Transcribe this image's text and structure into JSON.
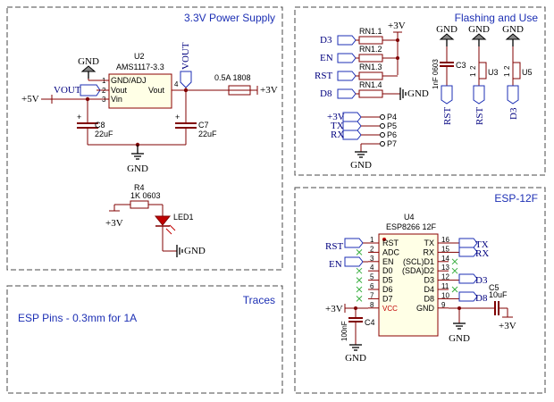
{
  "sections": {
    "power": "3.3V Power Supply",
    "flash": "Flashing and Use",
    "esp": "ESP-12F",
    "traces": "Traces"
  },
  "traces_note": "ESP Pins - 0.3mm for 1A",
  "power": {
    "u2_ref": "U2",
    "u2_value": "AMS1117-3.3",
    "u2_pins": [
      "GND/ADJ",
      "Vout",
      "Vin",
      "Vout"
    ],
    "u2_pin_numbers": [
      "1",
      "2",
      "3",
      "4"
    ],
    "vout_label": "VOUT",
    "vout_label_vertical": "VOUT",
    "plus5v": "+5V",
    "plus3v": "+3V",
    "gnd": "GND",
    "fuse_value": "0.5A 1808",
    "c8_ref": "C8",
    "c8_value": "22uF",
    "c7_ref": "C7",
    "c7_value": "22uF",
    "r4_ref": "R4",
    "r4_value": "1K 0603",
    "led_ref": "LED1"
  },
  "flash": {
    "nets_left": [
      "D3",
      "EN",
      "RST",
      "D8"
    ],
    "rn_refs": [
      "RN1.1",
      "RN1.2",
      "RN1.3",
      "RN1.4"
    ],
    "plus3v": "+3V",
    "gnd": "GND",
    "header_nets": [
      "+3V",
      "TX",
      "RX"
    ],
    "header_pins": [
      "P4",
      "P5",
      "P6",
      "P7"
    ],
    "c3_ref": "C3",
    "c3_value": "1nF 0603",
    "switches": [
      "U3",
      "U5"
    ],
    "switch_nets": [
      "RST",
      "RST",
      "D3"
    ],
    "switch_pins": [
      "2",
      "1"
    ]
  },
  "esp": {
    "ref": "U4",
    "value": "ESP8266 12F",
    "left_pins": [
      "RST",
      "ADC",
      "EN",
      "D0",
      "D5",
      "D6",
      "D7",
      "VCC"
    ],
    "left_numbers": [
      "1",
      "2",
      "3",
      "4",
      "5",
      "6",
      "7",
      "8"
    ],
    "right_pins": [
      "TX",
      "RX",
      "(SCL)D1",
      "(SDA)D2",
      "D3",
      "D4",
      "D8",
      "GND"
    ],
    "right_numbers": [
      "16",
      "15",
      "14",
      "13",
      "12",
      "11",
      "10",
      "9"
    ],
    "nets_left": [
      "RST",
      "EN"
    ],
    "nets_right": [
      "TX",
      "RX",
      "D3",
      "D8"
    ],
    "c4_value": "100nF",
    "c4_ref": "C4",
    "c5_ref": "C5",
    "c5_value": "10uF",
    "plus3v": "+3V",
    "gnd": "GND"
  }
}
